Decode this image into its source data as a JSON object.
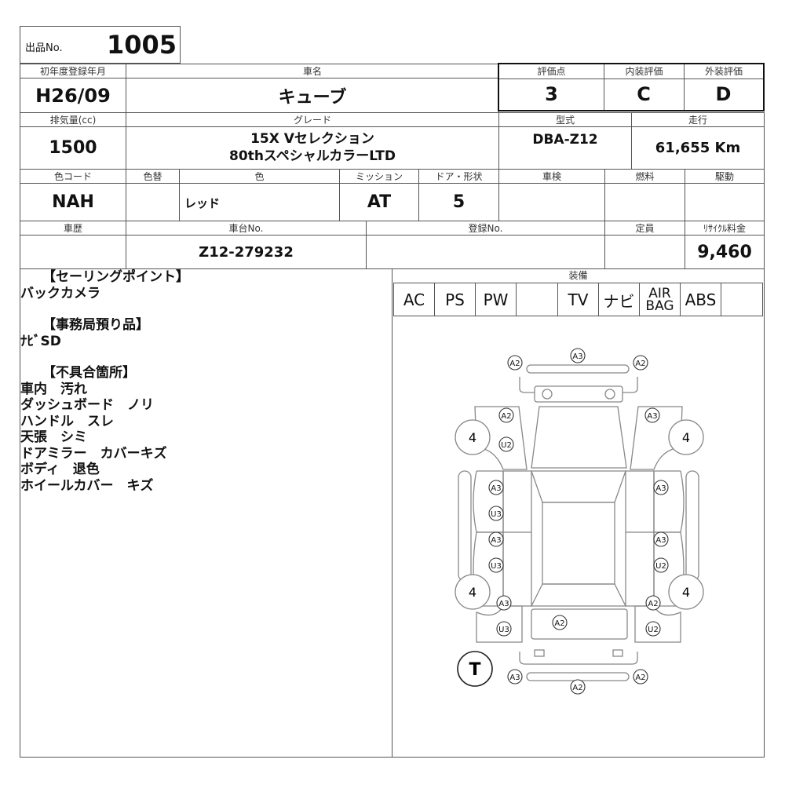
{
  "lot": {
    "label": "出品No.",
    "number": "1005"
  },
  "headers": {
    "first_reg": "初年度登録年月",
    "car_name": "車名",
    "score": "評価点",
    "interior": "内装評価",
    "exterior": "外装評価",
    "displacement": "排気量(cc)",
    "grade": "グレード",
    "model": "型式",
    "mileage": "走行",
    "color_code": "色コード",
    "color_change": "色替",
    "color": "色",
    "transmission": "ミッション",
    "doors": "ドア・形状",
    "inspection": "車検",
    "fuel": "燃料",
    "drive": "駆動",
    "history": "車歴",
    "chassis": "車台No.",
    "registration": "登録No.",
    "capacity": "定員",
    "recycle": "ﾘｻｲｸﾙ料金",
    "equipment": "装備"
  },
  "values": {
    "first_reg": "H26/09",
    "car_name": "キューブ",
    "score": "3",
    "interior": "C",
    "exterior": "D",
    "displacement": "1500",
    "grade_line1": "15X Vセレクション",
    "grade_line2": "80thスペシャルカラーLTD",
    "model": "DBA-Z12",
    "mileage": "61,655 Km",
    "color_code": "NAH",
    "color_change": "",
    "color": "レッド",
    "transmission": "AT",
    "doors": "5",
    "inspection": "",
    "fuel": "",
    "drive": "",
    "history": "",
    "chassis": "Z12-279232",
    "registration": "",
    "capacity": "",
    "recycle": "9,460"
  },
  "equipment": [
    "AC",
    "PS",
    "PW",
    "",
    "TV",
    "ナビ",
    "AIR BAG",
    "ABS",
    ""
  ],
  "notes": {
    "selling_title": "【セーリングポイント】",
    "selling": [
      "バックカメラ"
    ],
    "office_title": "【事務局預り品】",
    "office": [
      "ﾅﾋﾞSD"
    ],
    "defects_title": "【不具合箇所】",
    "defects": [
      "車内　汚れ",
      "ダッシュボード　ノリ",
      "ハンドル　スレ",
      "天張　シミ",
      "ドアミラー　カバーキズ",
      "ボディ　退色",
      "ホイールカバー　キズ"
    ]
  },
  "damage": [
    {
      "id": "front-bumper-left",
      "code": "A2"
    },
    {
      "id": "front-bumper-center",
      "code": "A3"
    },
    {
      "id": "front-bumper-right",
      "code": "A2"
    },
    {
      "id": "left-front-fender-upper",
      "code": "A2"
    },
    {
      "id": "left-front-fender-lower",
      "code": "U2"
    },
    {
      "id": "right-front-fender",
      "code": "A3"
    },
    {
      "id": "left-front-door-1",
      "code": "A3"
    },
    {
      "id": "left-front-door-2",
      "code": "U3"
    },
    {
      "id": "left-rear-door-1",
      "code": "A3"
    },
    {
      "id": "left-rear-door-2",
      "code": "U3"
    },
    {
      "id": "right-front-door",
      "code": "A3"
    },
    {
      "id": "right-rear-door-1",
      "code": "A3"
    },
    {
      "id": "right-rear-door-2",
      "code": "U2"
    },
    {
      "id": "left-quarter-1",
      "code": "A3"
    },
    {
      "id": "left-quarter-2",
      "code": "U3"
    },
    {
      "id": "right-quarter-1",
      "code": "A2"
    },
    {
      "id": "right-quarter-2",
      "code": "U2"
    },
    {
      "id": "rear-gate",
      "code": "A2"
    },
    {
      "id": "rear-bumper-left",
      "code": "A3"
    },
    {
      "id": "rear-bumper-center",
      "code": "A2"
    },
    {
      "id": "rear-bumper-right",
      "code": "A2"
    }
  ],
  "tires": {
    "front_left": "4",
    "front_right": "4",
    "rear_left": "4",
    "rear_right": "4",
    "spare": "T"
  }
}
